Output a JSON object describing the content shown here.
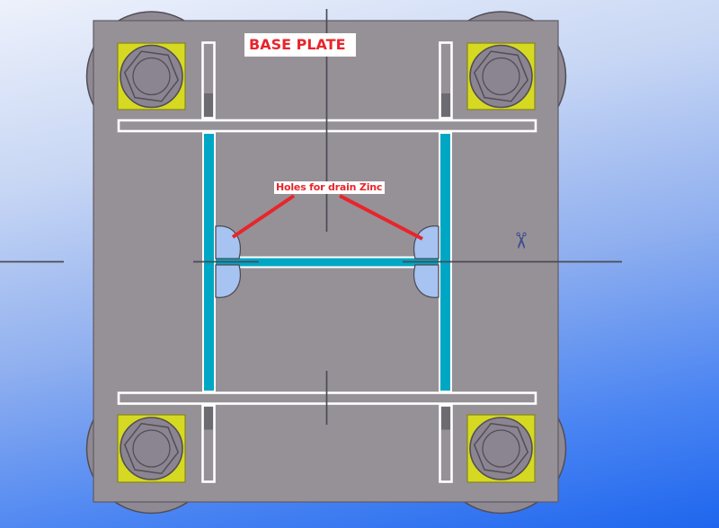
{
  "view": {
    "type": "cad-drawing-top-view",
    "subject": "steel base plate with H-section column and anchor bolts"
  },
  "labels": {
    "title": "BASE PLATE",
    "drain_note": "Holes for drain Zinc"
  },
  "icons": {
    "scissors_glyph": "✂"
  },
  "colors": {
    "bg-top": "#edf1fb",
    "bg-upper": "#c7d6f4",
    "bg-mid": "#8fafef",
    "bg-lower": "#4b85f2",
    "bg-bottom": "#1e66ee",
    "plate": "#969197",
    "plate-edge": "#5f5a63",
    "lobe": "#8e8992",
    "pad-yellow": "#d6d922",
    "pad-edge": "#85851c",
    "bolt-gray": "#8a8590",
    "bolt-edge": "#524d56",
    "slot-white": "#ffffff",
    "slot-dark": "#6e6a72",
    "beam-teal": "#00a7c4",
    "hole-blue": "#a6c3f2",
    "hole-edge": "#4e4a52",
    "centerline": "#4b4b55",
    "annotation-red": "#e8252b",
    "label-bg": "#ffffff",
    "scissors-blue": "#3d4c91"
  }
}
